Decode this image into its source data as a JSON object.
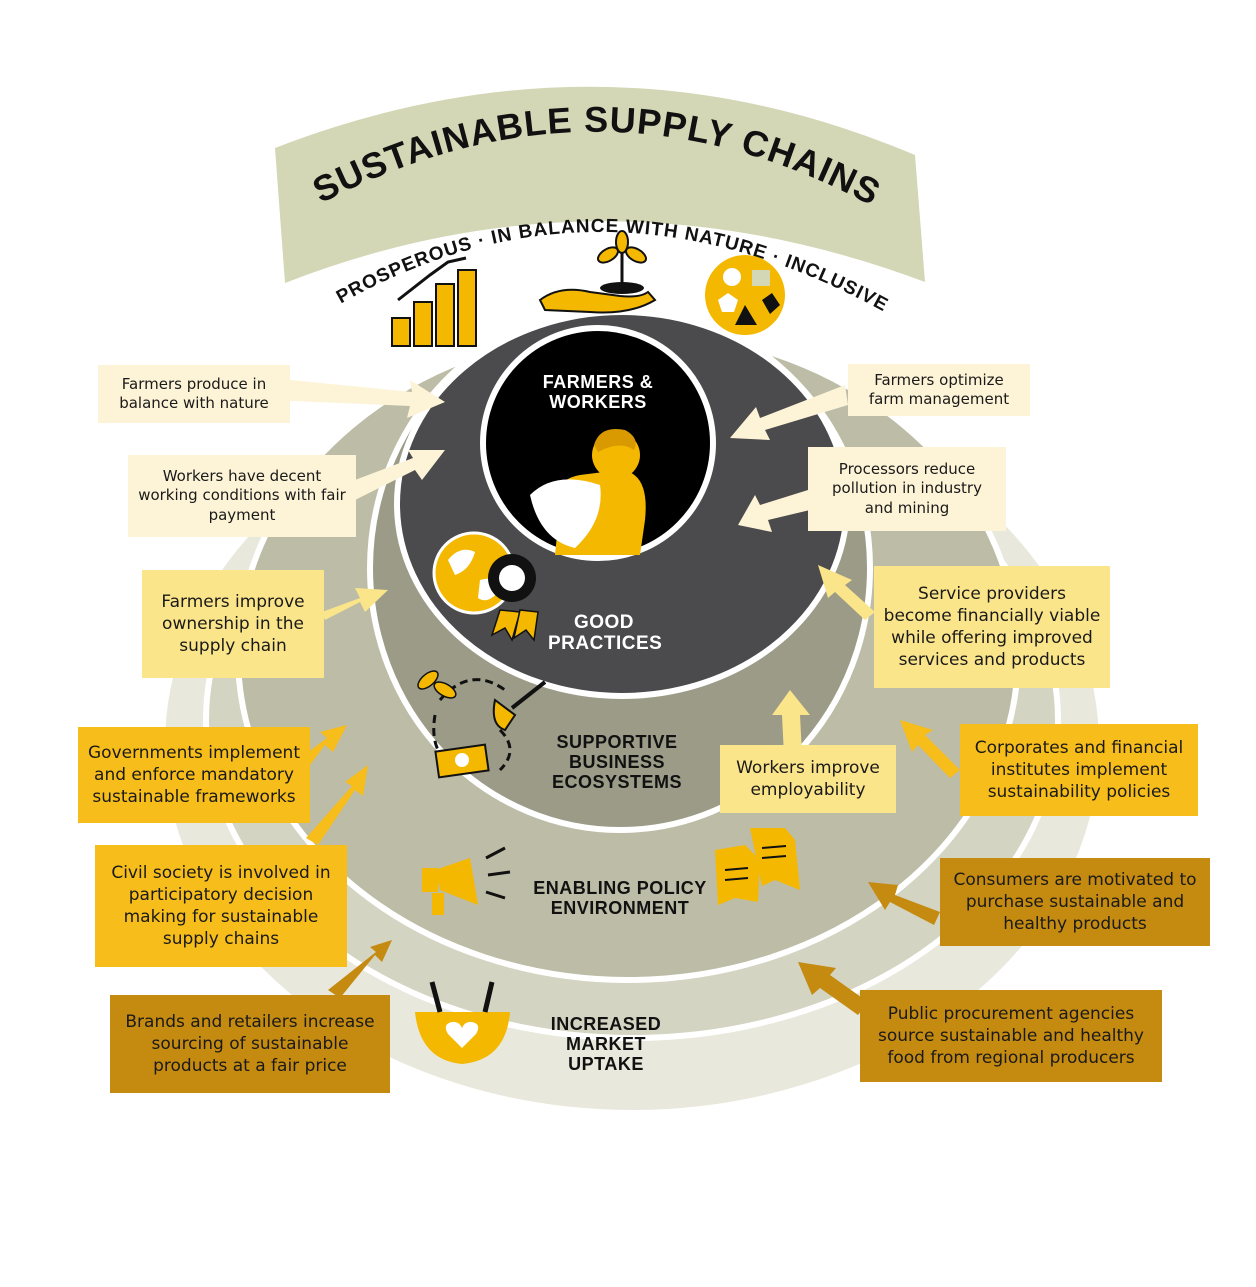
{
  "title": "SUSTAINABLE SUPPLY CHAINS",
  "subtitle": "PROSPEROUS · IN BALANCE WITH NATURE · INCLUSIVE",
  "rings": {
    "core": "FARMERS & WORKERS",
    "good_practices": "GOOD PRACTICES",
    "supportive": "SUPPORTIVE BUSINESS ECOSYSTEMS",
    "enabling": "ENABLING POLICY ENVIRONMENT",
    "market": "INCREASED MARKET UPTAKE"
  },
  "labels": {
    "farmers_balance": "Farmers produce in balance with nature",
    "farmers_optimize": "Farmers optimize farm management",
    "workers_decent": "Workers have decent working conditions with fair payment",
    "processors": "Processors reduce pollution in industry and mining",
    "farmers_ownership": "Farmers improve ownership in the supply chain",
    "service_providers": "Service providers become financially viable while offering improved services and products",
    "governments": "Governments implement and enforce mandatory sustainable frameworks",
    "workers_employ": "Workers improve employability",
    "corporates": "Corporates and financial institutes implement sustainability policies",
    "civil_society": "Civil society is involved in participatory decision making for sustainable supply chains",
    "consumers": "Consumers are motivated to purchase sustainable and healthy products",
    "brands": "Brands and retailers increase sourcing of sustainable products at a fair price",
    "public_procurement": "Public procurement agencies source sustainable and healthy food from regional producers"
  },
  "colors": {
    "banner": "#d3d7b5",
    "ring_outer": "#e8e8dc",
    "ring_market": "#d4d4c2",
    "ring_enabling": "#bdbca6",
    "ring_supportive": "#9b9b88",
    "ring_good": "#4b4a4c",
    "core": "#000000",
    "yellow": "#f5b800"
  }
}
